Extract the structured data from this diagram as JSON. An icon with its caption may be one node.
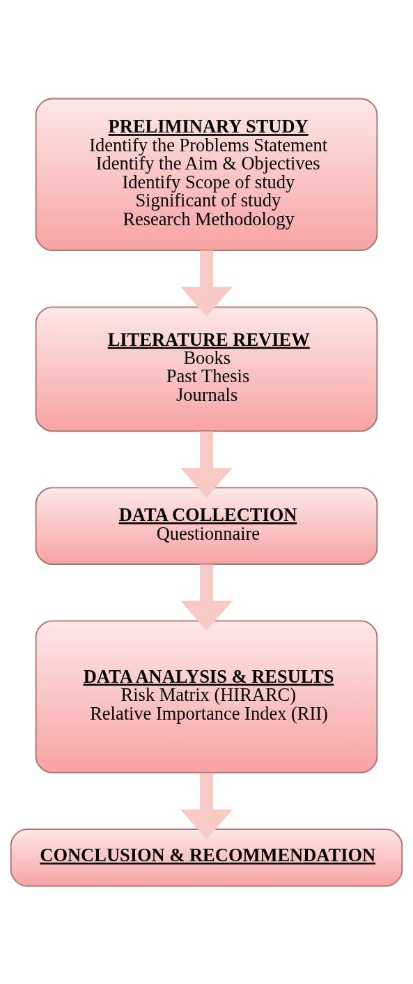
{
  "diagram": {
    "nodes": [
      {
        "text": [
          "PRELIMINARY STUDY",
          "Identify the Problems Statement",
          "Identify the Aim & Objectives",
          "Identify Scope of study",
          "Significant of study",
          "Research Methodology"
        ]
      },
      {
        "text": [
          "LITERATURE REVIEW",
          "Books",
          "Past Thesis",
          "Journals"
        ]
      },
      {
        "text": [
          "DATA COLLECTION",
          "Questionnaire"
        ]
      },
      {
        "text": [
          "DATA ANALYSIS & RESULTS",
          "Risk Matrix (HIRARC)",
          "Relative Importance Index (RII)"
        ]
      },
      {
        "text": [
          "CONCLUSION & RECOMMENDATION"
        ]
      }
    ],
    "edges": [
      {
        "from": 0,
        "to": 1,
        "arrow": "to"
      },
      {
        "from": 1,
        "to": 2,
        "arrow": "to"
      },
      {
        "from": 2,
        "to": 3,
        "arrow": "to"
      },
      {
        "from": 3,
        "to": 4,
        "arrow": "to"
      }
    ]
  }
}
